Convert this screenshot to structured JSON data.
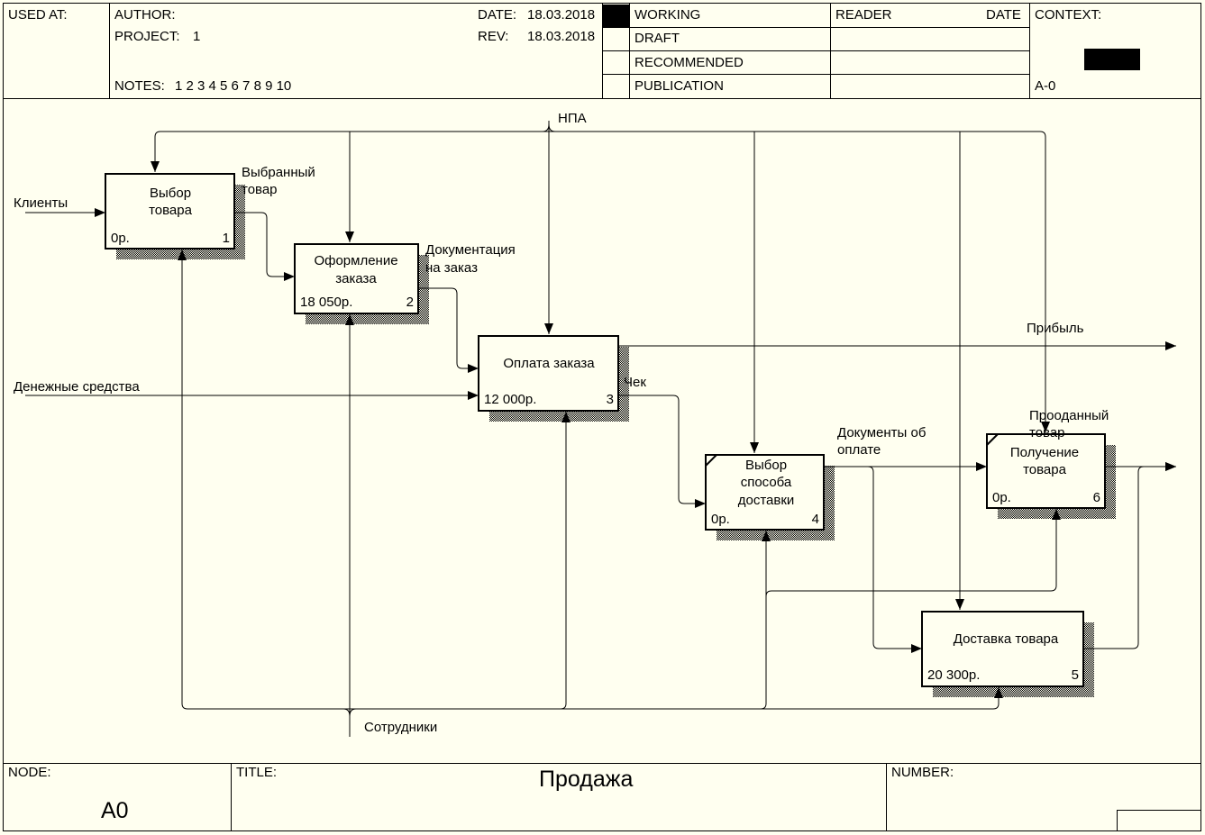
{
  "header": {
    "used_at_label": "USED AT:",
    "author_label": "AUTHOR:",
    "project_label": "PROJECT:",
    "project_value": "1",
    "date_label": "DATE:",
    "date_value": "18.03.2018",
    "rev_label": "REV:",
    "rev_value": "18.03.2018",
    "notes_label": "NOTES:",
    "notes_value": "1  2  3  4  5  6  7  8  9  10",
    "status": [
      "WORKING",
      "DRAFT",
      "RECOMMENDED",
      "PUBLICATION"
    ],
    "reader_label": "READER",
    "reader_date_label": "DATE",
    "context_label": "CONTEXT:",
    "context_node": "A-0"
  },
  "footer": {
    "node_label": "NODE:",
    "node_value": "A0",
    "title_label": "TITLE:",
    "title_value": "Продажа",
    "number_label": "NUMBER:"
  },
  "diagram": {
    "boxes": [
      {
        "line1": "Выбор",
        "line2": "товара",
        "line3": "",
        "cost": "0р.",
        "num": "1"
      },
      {
        "line1": "Оформление",
        "line2": "заказа",
        "line3": "",
        "cost": "18 050р.",
        "num": "2"
      },
      {
        "line1": "Оплата заказа",
        "line2": "",
        "line3": "",
        "cost": "12 000р.",
        "num": "3"
      },
      {
        "line1": "Выбор",
        "line2": "способа",
        "line3": "доставки",
        "cost": "0р.",
        "num": "4"
      },
      {
        "line1": "Доставка товара",
        "line2": "",
        "line3": "",
        "cost": "20 300р.",
        "num": "5"
      },
      {
        "line1": "Получение",
        "line2": "товара",
        "line3": "",
        "cost": "0р.",
        "num": "6"
      }
    ],
    "arrows": {
      "npa": "НПА",
      "clients": "Клиенты",
      "money": "Денежные средства",
      "staff": "Сотрудники",
      "chosen_1": "Выбранный",
      "chosen_2": "товар",
      "docs_1": "Документация",
      "docs_2": "на заказ",
      "profit": "Прибыль",
      "check": "Чек",
      "paydocs_1": "Документы об",
      "paydocs_2": "оплате",
      "sold_1": "Прооданный",
      "sold_2": "товар"
    }
  }
}
